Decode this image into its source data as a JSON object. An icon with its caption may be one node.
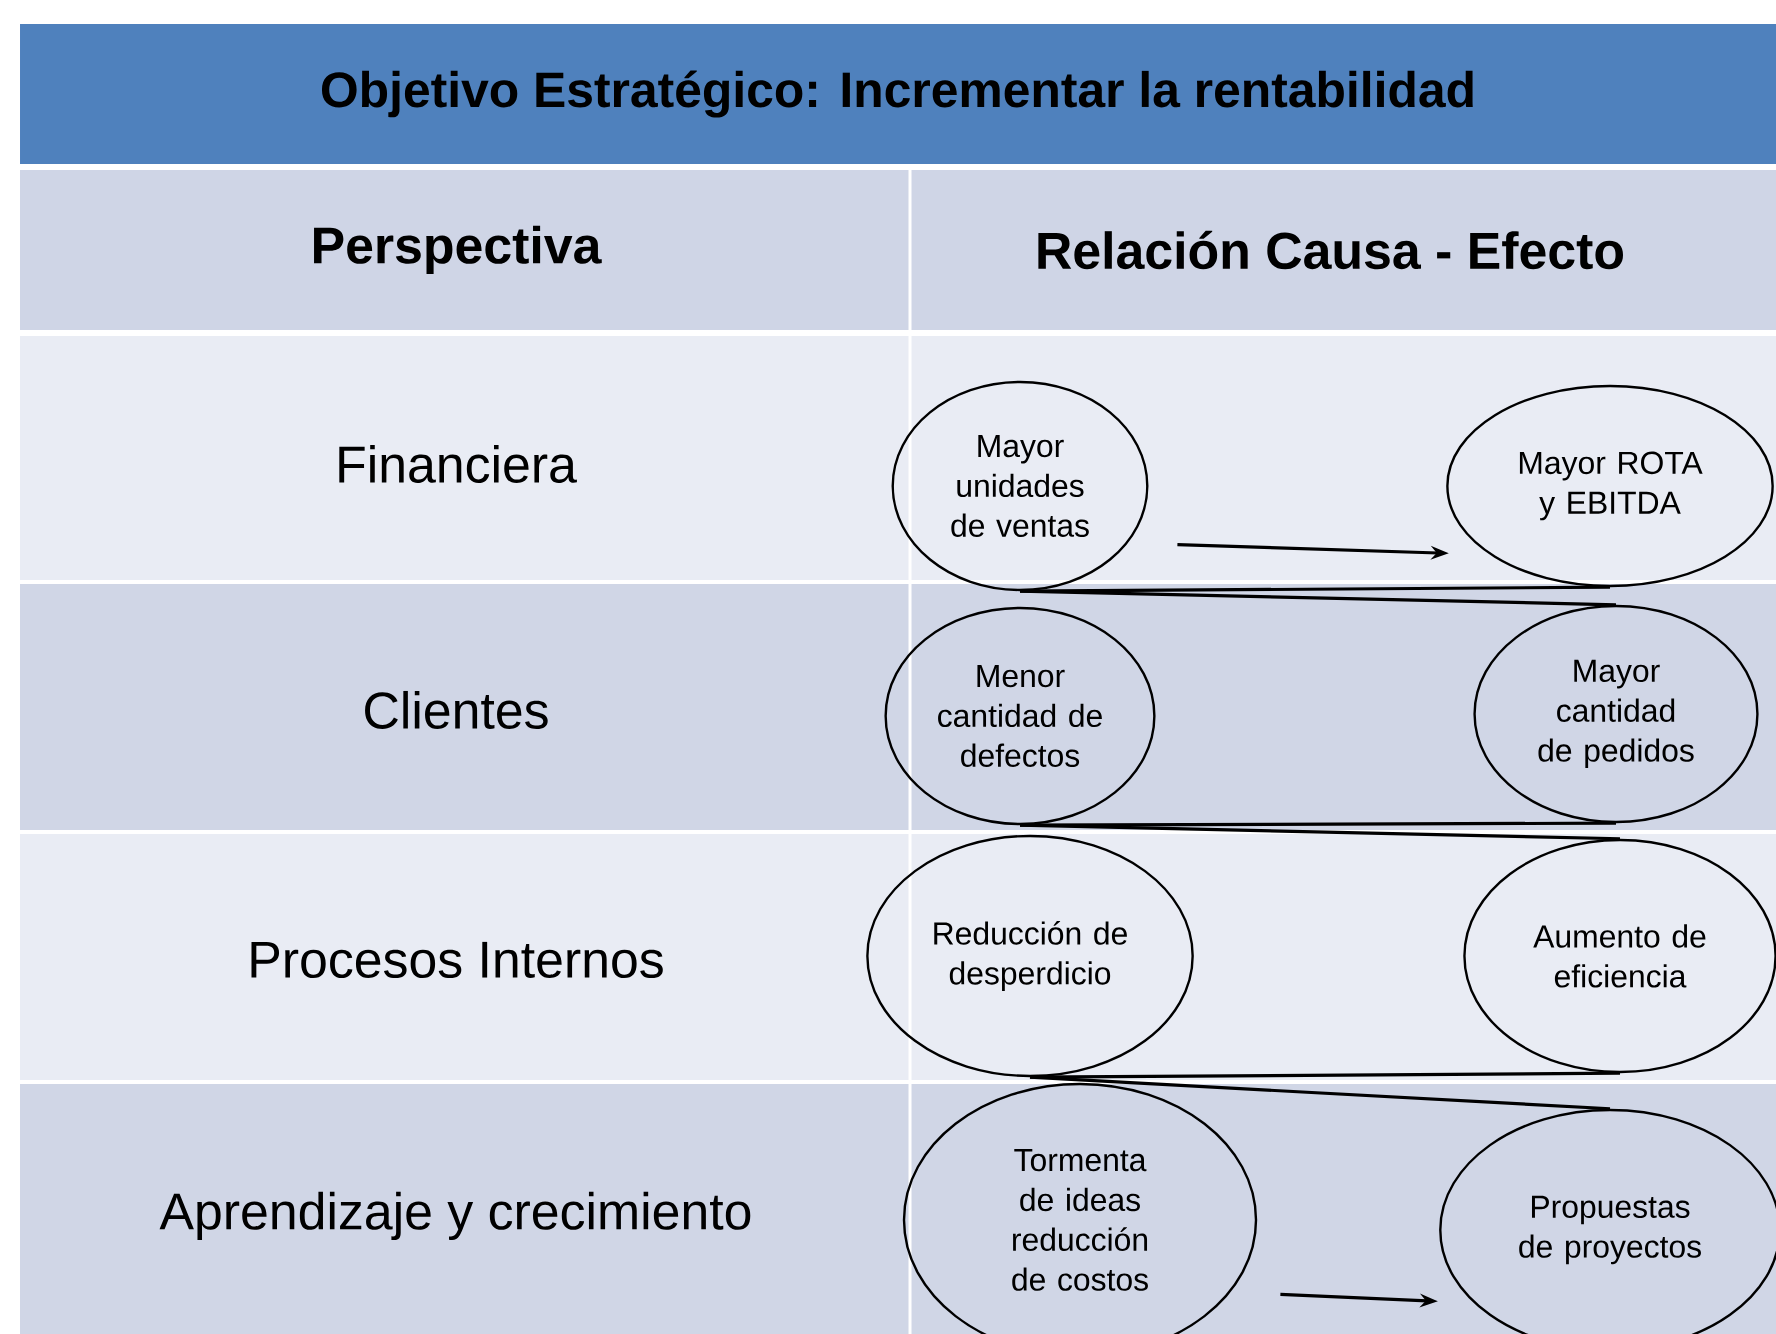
{
  "diagram": {
    "title": "Objetivo Estratégico: Incrementar la rentabilidad",
    "nodes": [
      {
        "text": [
          "Mayor unidades de ventas"
        ]
      },
      {
        "text": [
          "Mayor ROTA y EBITDA"
        ]
      },
      {
        "text": [
          "Menor cantidad de defectos"
        ]
      },
      {
        "text": [
          "Mayor cantidad de pedidos"
        ]
      },
      {
        "text": [
          "Reducción de desperdicio"
        ]
      },
      {
        "text": [
          "Aumento de eficiencia"
        ]
      },
      {
        "text": [
          "Tormenta de ideas reducción de costos"
        ]
      },
      {
        "text": [
          "Propuestas de proyectos"
        ]
      }
    ],
    "edges": [
      {
        "from": 0,
        "to": 1,
        "arrow": "to"
      },
      {
        "from": 0,
        "to": 1,
        "arrow": "none"
      },
      {
        "from": 0,
        "to": 3,
        "arrow": "none"
      },
      {
        "from": 2,
        "to": 3,
        "arrow": "none"
      },
      {
        "from": 2,
        "to": 5,
        "arrow": "none"
      },
      {
        "from": 4,
        "to": 5,
        "arrow": "none"
      },
      {
        "from": 4,
        "to": 7,
        "arrow": "none"
      },
      {
        "from": 6,
        "to": 7,
        "arrow": "to"
      }
    ],
    "labels": [
      "Perspectiva",
      "Relación Causa - Efecto",
      "Financiera",
      "Clientes",
      "Procesos Internos",
      "Aprendizaje y crecimiento"
    ]
  }
}
